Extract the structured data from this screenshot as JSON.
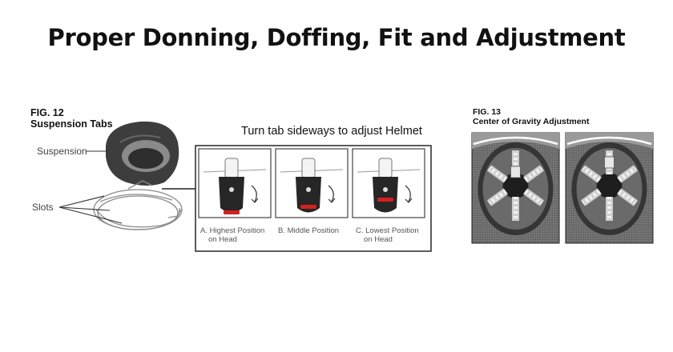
{
  "page": {
    "title": "Proper Donning, Doffing, Fit and Adjustment"
  },
  "figure12": {
    "label": "FIG. 12",
    "subtitle": "Suspension Tabs",
    "annotations": {
      "suspension": "Suspension",
      "slots": "Slots"
    },
    "instruction": "Turn tab sideways to adjust Helmet",
    "positions": [
      {
        "line1": "A. Highest Position",
        "line2": "on Head"
      },
      {
        "line1": "B. Middle Position",
        "line2": ""
      },
      {
        "line1": "C. Lowest Position",
        "line2": "on Head"
      }
    ],
    "accent_color": "#d42020"
  },
  "figure13": {
    "label": "FIG. 13",
    "subtitle": "Center of Gravity Adjustment"
  }
}
